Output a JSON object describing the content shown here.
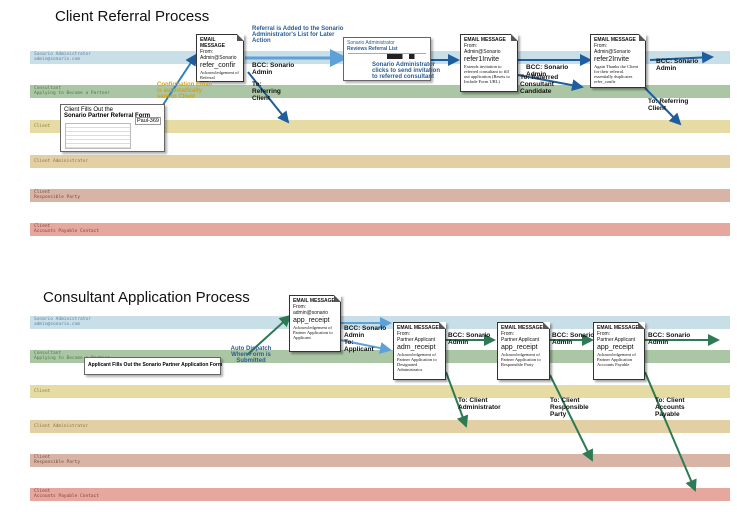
{
  "referral": {
    "title": "Client Referral Process",
    "lanes": [
      {
        "l1": "Sonario Administrator",
        "l2": "admin@sonario.com",
        "color": "#c9dfe8",
        "text": "#5a84a4"
      },
      {
        "l1": "Consultant",
        "l2": "Applying to Become a Partner",
        "color": "#aac6a4",
        "text": "#4f7a4a"
      },
      {
        "l1": "Client",
        "l2": "",
        "color": "#e6dca3",
        "text": "#8a7a40"
      },
      {
        "l1": "Client Administrator",
        "l2": "",
        "color": "#e2cfa3",
        "text": "#8f7646"
      },
      {
        "l1": "Client",
        "l2": "Responsible Party",
        "color": "#d8b4a6",
        "text": "#7a4c3c"
      },
      {
        "l1": "Client",
        "l2": "Accounts Payable Contact",
        "color": "#e6a79e",
        "text": "#8a3e34"
      }
    ],
    "emails": [
      {
        "header": "EMAIL MESSAGE",
        "from_label": "From:",
        "from": "Admin@Sonario",
        "subject": "refer_confir",
        "desc": "Acknowledgement of Referral"
      },
      {
        "header": "EMAIL MESSAGE",
        "from_label": "From:",
        "from": "Admin@Sonario",
        "subject": "refer1Invite",
        "desc": "Extends invitation to referred consultant to fill out application (Resets to Include Form URL)"
      },
      {
        "header": "EMAIL MESSAGE",
        "from_label": "From:",
        "from": "Admin@Sonario",
        "subject": "refer2Invite",
        "desc": "Again Thanks the Client for their referral. essentially duplicates refer_confir"
      }
    ],
    "form": {
      "title": "Client Fills Out the",
      "subtitle": "Sonario Partner Referral Form",
      "code": "Paul-369"
    },
    "admin_list": {
      "title": "Sonario Administrator",
      "subtitle": "Reviews Referral List"
    },
    "notes": {
      "added": "Referral is Added to the Sonario Administrator's List for Later Action",
      "confirm": "Confirmation Email is automatically sent to Client",
      "clicks": "Sonario Administrator clicks to send invitation to referred consultant"
    },
    "labels": {
      "bcc1": "BCC: Sonario Admin",
      "to1": "To: Referring Client",
      "bcc2": "BCC: Sonario Admin",
      "to2": "To: Referred Consultant Candidate",
      "bcc3": "BCC: Sonario Admin",
      "to3": "To: Referring Client"
    }
  },
  "application": {
    "title": "Consultant Application Process",
    "lanes": [
      {
        "l1": "Sonario Administrator",
        "l2": "admin@sonario.com",
        "color": "#c9dfe8",
        "text": "#5a84a4"
      },
      {
        "l1": "Consultant",
        "l2": "Applying to Become a Partner",
        "color": "#aac6a4",
        "text": "#4f7a4a"
      },
      {
        "l1": "Client",
        "l2": "",
        "color": "#e6dca3",
        "text": "#8a7a40"
      },
      {
        "l1": "Client Administrator",
        "l2": "",
        "color": "#e2cfa3",
        "text": "#8f7646"
      },
      {
        "l1": "Client",
        "l2": "Responsible Party",
        "color": "#d8b4a6",
        "text": "#7a4c3c"
      },
      {
        "l1": "Client",
        "l2": "Accounts Payable Contact",
        "color": "#e6a79e",
        "text": "#8a3e34"
      }
    ],
    "form": {
      "title": "Applicant Fills Out the Sonario Partner Application Form"
    },
    "dispatch": "Auto Dispatch When Form is Submitted",
    "emails": [
      {
        "header": "EMAIL MESSAGE",
        "from_label": "From:",
        "from": "admin@sonario",
        "subject": "app_receipt",
        "desc": "Acknowledgement of Partner Application to Applicant"
      },
      {
        "header": "EMAIL MESSAGE",
        "from_label": "From:",
        "from": "Partner Applicant",
        "subject": "adm_receipt",
        "desc": "Acknowledgement of Partner Application to Designated Administrator"
      },
      {
        "header": "EMAIL MESSAGE",
        "from_label": "From:",
        "from": "Partner Applicant",
        "subject": "app_receipt",
        "desc": "Acknowledgement of Partner Application to Responsible Party"
      },
      {
        "header": "EMAIL MESSAGE",
        "from_label": "From:",
        "from": "Partner Applicant",
        "subject": "app_receipt",
        "desc": "Acknowledgement of Partner Application Accounts Payable"
      }
    ],
    "labels": {
      "bcc1": "BCC: Sonario Admin",
      "to1": "To: Applicant",
      "bcc2": "BCC: Sonario Admin",
      "to2": "To: Client Administrator",
      "bcc3": "BCC: Sonario Admin",
      "to3": "To: Client Responsible Party",
      "bcc4": "BCC: Sonario Admin",
      "to4": "To: Client Accounts Payable"
    }
  }
}
